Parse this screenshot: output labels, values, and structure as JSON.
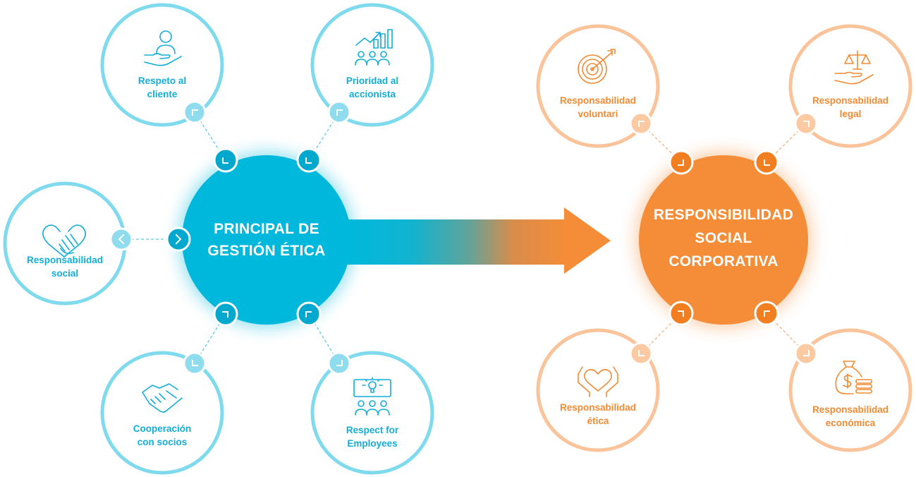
{
  "left_hub": {
    "line1": "PRINCIPAL DE",
    "line2": "GESTIÓN ÉTICA"
  },
  "right_hub": {
    "line1": "RESPONSIBILIDAD",
    "line2": "SOCIAL",
    "line3": "CORPORATIVA"
  },
  "left_nodes": [
    {
      "label": "Respeto al\ncliente",
      "icon": "hand-person-icon"
    },
    {
      "label": "Prioridad al\naccionista",
      "icon": "growth-chart-people-icon"
    },
    {
      "label": "Responsabilidad\nsocial",
      "icon": "heart-hand-icon"
    },
    {
      "label": "Cooperación\ncon socios",
      "icon": "handshake-icon"
    },
    {
      "label": "Respect for\nEmployees",
      "icon": "idea-team-icon"
    }
  ],
  "right_nodes": [
    {
      "label": "Responsabilidad\nvoluntari",
      "icon": "target-icon"
    },
    {
      "label": "Responsabilidad\nlegal",
      "icon": "scales-hand-icon"
    },
    {
      "label": "Responsabilidad\nética",
      "icon": "hands-heart-icon"
    },
    {
      "label": "Responsabilidad\neconómica",
      "icon": "money-bag-icon"
    }
  ],
  "colors": {
    "blue": "#00b8dc",
    "blue_ring": "#7fdaee",
    "blue_text": "#12aed6",
    "orange": "#f58d38",
    "orange_ring": "#fac39a",
    "orange_text": "#f28a33",
    "dash_blue": "#5ccbe6",
    "dash_orange": "#f7b07f"
  }
}
